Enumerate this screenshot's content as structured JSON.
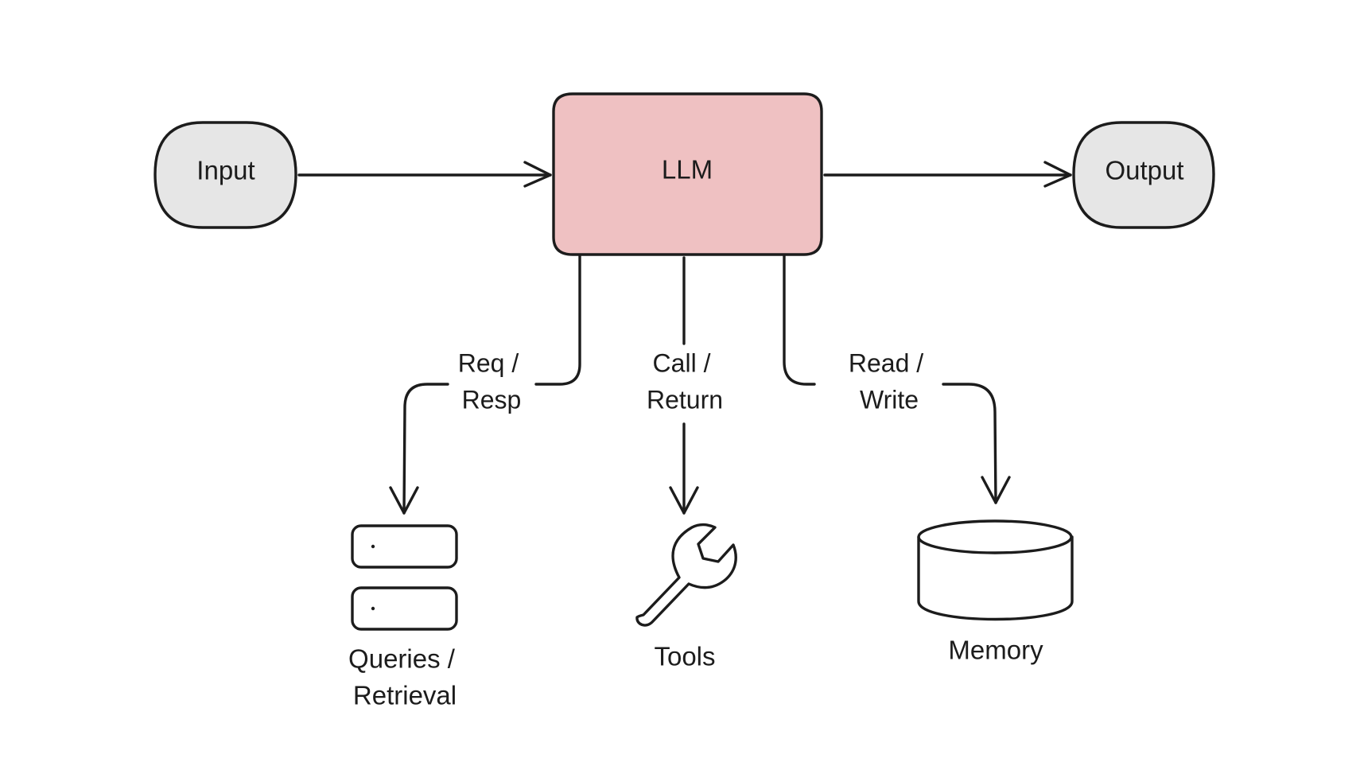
{
  "colors": {
    "llm_fill": "#efc1c2",
    "terminal_fill": "#e6e6e6",
    "stroke": "#1c1c1c",
    "background": "#ffffff"
  },
  "nodes": {
    "input": "Input",
    "llm": "LLM",
    "output": "Output",
    "retrieval": [
      "Queries /",
      "Retrieval"
    ],
    "tools": "Tools",
    "memory": "Memory"
  },
  "edges": {
    "retrieval": [
      "Req /",
      "Resp"
    ],
    "tools": [
      "Call /",
      "Return"
    ],
    "memory": [
      "Read /",
      "Write"
    ]
  },
  "icons": {
    "retrieval": "database-server-icon",
    "tools": "wrench-icon",
    "memory": "cylinder-storage-icon"
  }
}
